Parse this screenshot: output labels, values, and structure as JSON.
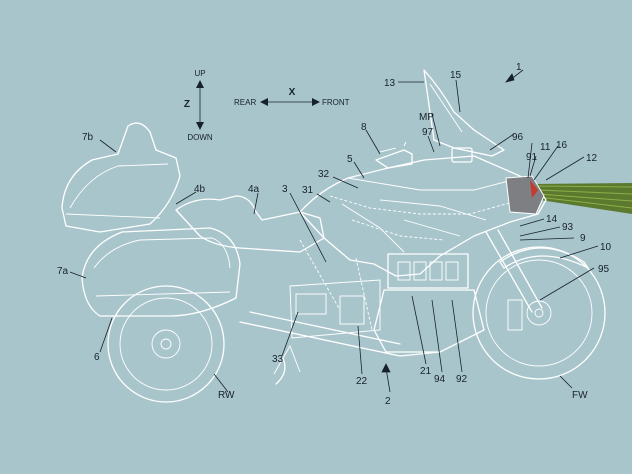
{
  "axes": {
    "z_label": "Z",
    "x_label": "X",
    "up": "UP",
    "down": "DOWN",
    "rear": "REAR",
    "front": "FRONT"
  },
  "reference_numerals": [
    "1",
    "2",
    "3",
    "4a",
    "4b",
    "5",
    "6",
    "7a",
    "7b",
    "8",
    "9",
    "10",
    "11",
    "12",
    "13",
    "14",
    "15",
    "16",
    "21",
    "22",
    "31",
    "32",
    "33",
    "91",
    "92",
    "93",
    "94",
    "95",
    "96",
    "97",
    "MP",
    "RW",
    "FW"
  ],
  "colors": {
    "background": "#a9c5cc",
    "linework": "#ffffff",
    "labels": "#17212b",
    "beam": "#5b7a2e",
    "headlight": "#c53a2c"
  }
}
